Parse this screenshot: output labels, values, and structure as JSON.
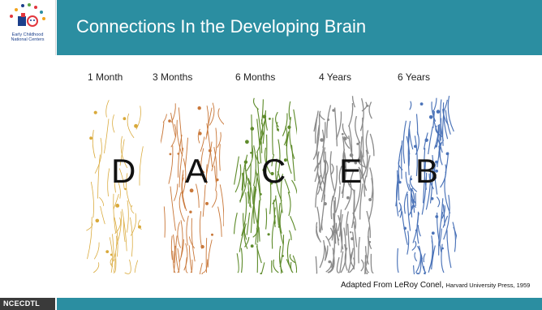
{
  "header": {
    "title": "Connections In the Developing Brain",
    "logo_text_1": "Early Childhood",
    "logo_text_2": "National Centers"
  },
  "panels": [
    {
      "label": "1 Month",
      "letter": "D",
      "color": "#d9a93a",
      "density": 0.25
    },
    {
      "label": "3 Months",
      "letter": "A",
      "color": "#c9783a",
      "density": 0.45
    },
    {
      "label": "6 Months",
      "letter": "C",
      "color": "#5f8c2c",
      "density": 0.75
    },
    {
      "label": "4 Years",
      "letter": "E",
      "color": "#8a8a8a",
      "density": 1.0
    },
    {
      "label": "6 Years",
      "letter": "B",
      "color": "#4b73b8",
      "density": 0.8
    }
  ],
  "caption": {
    "main": "Adapted From LeRoy Conel, ",
    "small": "Harvard University Press, 1959"
  },
  "footer": {
    "brand": "NCECDTL"
  },
  "colors": {
    "accent": "#2b8ea1",
    "footer_dark": "#3a3a3a"
  }
}
